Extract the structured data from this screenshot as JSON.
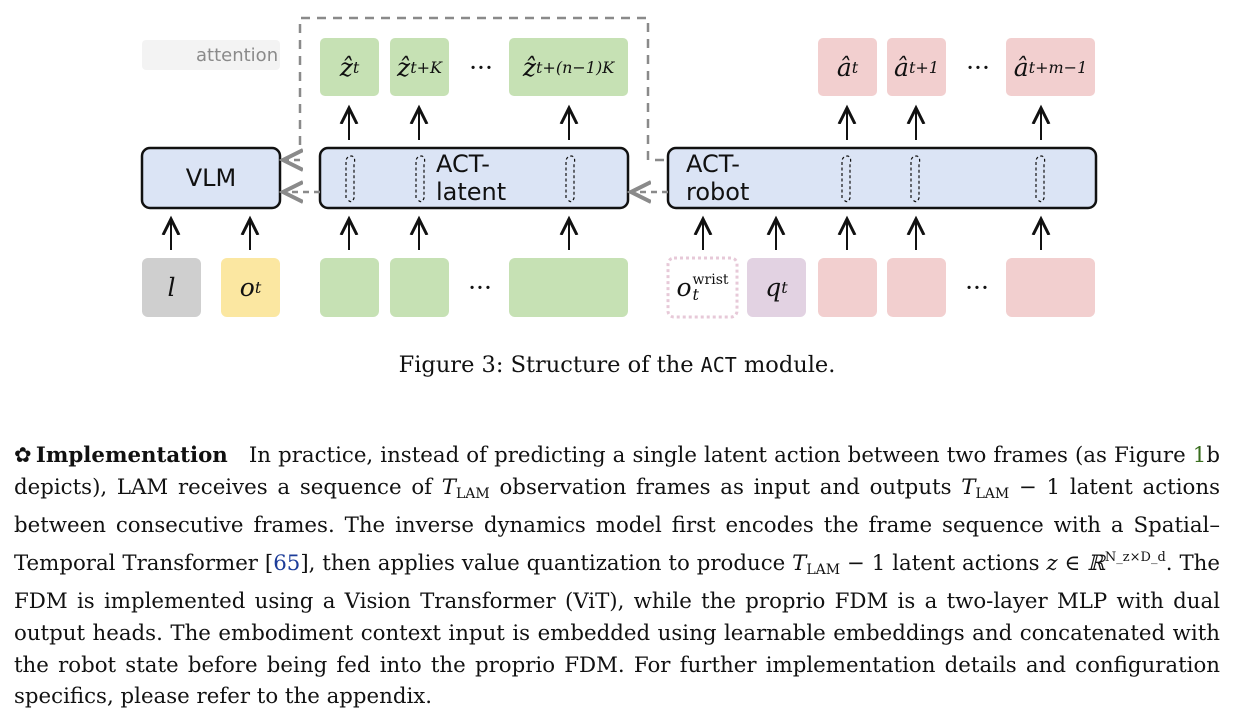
{
  "figure": {
    "legend_attention": "attention",
    "blocks": {
      "vlm": "VLM",
      "act_latent": "ACT-latent",
      "act_robot": "ACT-robot"
    },
    "ellipsis": "···",
    "inputs": {
      "language": "l",
      "observation": "o",
      "observation_sub": "t",
      "wrist_obs": "o",
      "wrist_sup": "wrist",
      "wrist_sub": "t",
      "state": "q",
      "state_sub": "t"
    },
    "latent_outputs": [
      {
        "base": "ẑ",
        "sub": "t"
      },
      {
        "base": "ẑ",
        "sub": "t+K"
      },
      {
        "base": "ẑ",
        "sub": "t+(n−1)K"
      }
    ],
    "action_outputs": [
      {
        "base": "â",
        "sub": "t"
      },
      {
        "base": "â",
        "sub": "t+1"
      },
      {
        "base": "â",
        "sub": "t+m−1"
      }
    ],
    "colors": {
      "block_fill": "#dbe4f5",
      "latent_green": "#c6e1b4",
      "action_red": "#f2cfcf",
      "lang_gray": "#cfcfcf",
      "obs_yellow": "#fbe7a1",
      "state_purple": "#e2d2e2",
      "wrist_border": "#e7c9d8"
    }
  },
  "caption": {
    "prefix": "Figure 3: Structure of the ",
    "code": "ACT",
    "suffix": " module."
  },
  "paragraph": {
    "icon": "✿",
    "heading": "Implementation",
    "s1": "In practice, instead of predicting a single latent action between two frames (as Figure ",
    "fig_ref": "1",
    "s2": "b depicts), LAM receives a sequence of ",
    "t_lam": "T",
    "t_lam_sub": "LAM",
    "s3": " observation frames as input and outputs ",
    "s4": " − 1 latent actions between consecutive frames. The inverse dynamics model first encodes the frame sequence with a Spatial–Temporal Transformer [",
    "cite": "65",
    "s5": "], then applies value quantization to produce ",
    "s6": " − 1 latent actions ",
    "z_in": "z ∈ ℝ",
    "z_sup": "N_z×D_d",
    "s7": ". The FDM is implemented using a Vision Transformer (ViT), while the proprio FDM is a two-layer MLP with dual output heads. The embodiment context input is embedded using learnable embeddings and concatenated with the robot state before being fed into the proprio FDM. For further implementation details and configuration specifics, please refer to the appendix."
  }
}
